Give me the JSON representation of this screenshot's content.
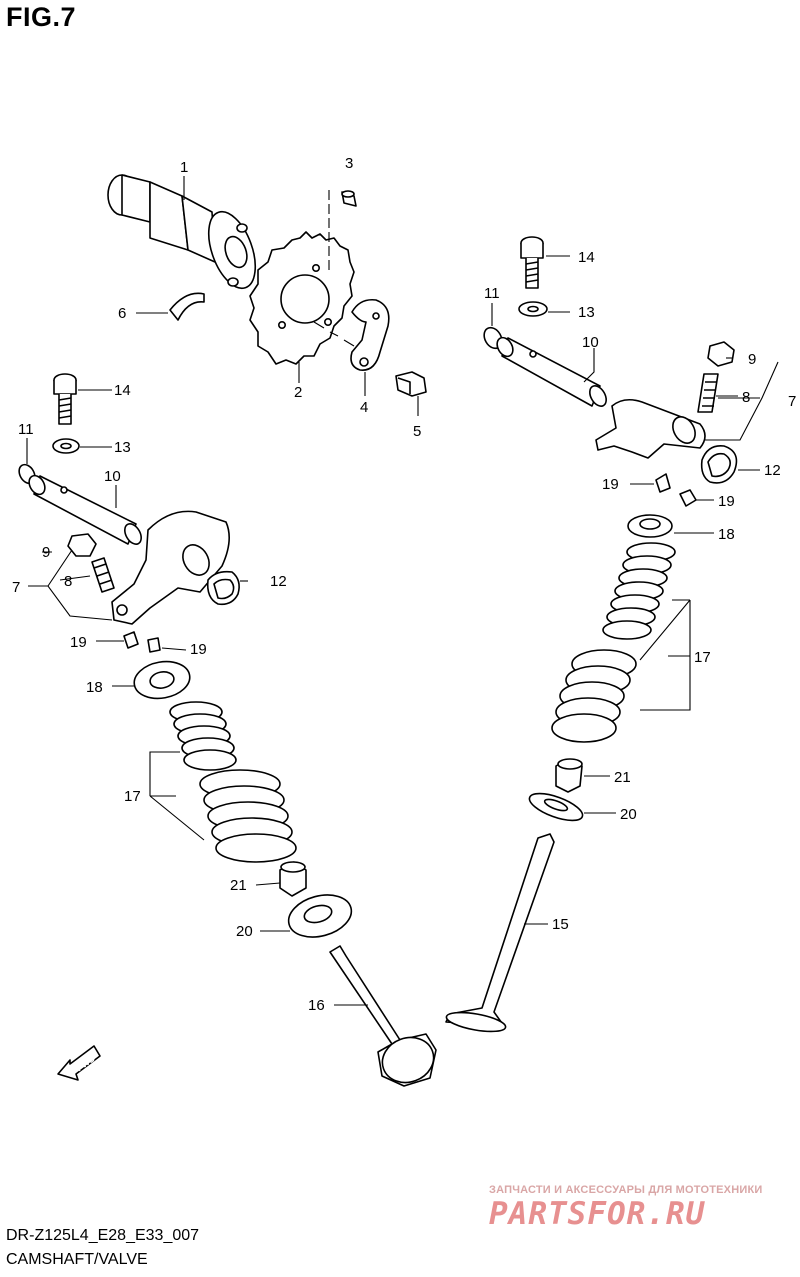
{
  "figure": {
    "title": "FIG.7"
  },
  "footer": {
    "model_code": "DR-Z125L4_E28_E33_007",
    "section_name": "CAMSHAFT/VALVE"
  },
  "direction_marker": {
    "text": "FWD",
    "icon": "arrow-left-icon"
  },
  "watermark": {
    "tagline": "ЗАПЧАСТИ И АКСЕССУАРЫ ДЛЯ МОТОТЕХНИКИ",
    "logo_text": "PARTSFOR.RU",
    "color": "#e79090"
  },
  "callouts": [
    {
      "id": "c1",
      "number": "1"
    },
    {
      "id": "c2",
      "number": "2"
    },
    {
      "id": "c3",
      "number": "3"
    },
    {
      "id": "c4",
      "number": "4"
    },
    {
      "id": "c5",
      "number": "5"
    },
    {
      "id": "c6",
      "number": "6"
    },
    {
      "id": "c7a",
      "number": "7"
    },
    {
      "id": "c7b",
      "number": "7"
    },
    {
      "id": "c8a",
      "number": "8"
    },
    {
      "id": "c8b",
      "number": "8"
    },
    {
      "id": "c9a",
      "number": "9"
    },
    {
      "id": "c9b",
      "number": "9"
    },
    {
      "id": "c10a",
      "number": "10"
    },
    {
      "id": "c10b",
      "number": "10"
    },
    {
      "id": "c11a",
      "number": "11"
    },
    {
      "id": "c11b",
      "number": "11"
    },
    {
      "id": "c12a",
      "number": "12"
    },
    {
      "id": "c12b",
      "number": "12"
    },
    {
      "id": "c13a",
      "number": "13"
    },
    {
      "id": "c13b",
      "number": "13"
    },
    {
      "id": "c14a",
      "number": "14"
    },
    {
      "id": "c14b",
      "number": "14"
    },
    {
      "id": "c15",
      "number": "15"
    },
    {
      "id": "c16",
      "number": "16"
    },
    {
      "id": "c17a",
      "number": "17"
    },
    {
      "id": "c17b",
      "number": "17"
    },
    {
      "id": "c18a",
      "number": "18"
    },
    {
      "id": "c18b",
      "number": "18"
    },
    {
      "id": "c19a",
      "number": "19"
    },
    {
      "id": "c19b",
      "number": "19"
    },
    {
      "id": "c19c",
      "number": "19"
    },
    {
      "id": "c19d",
      "number": "19"
    },
    {
      "id": "c20a",
      "number": "20"
    },
    {
      "id": "c20b",
      "number": "20"
    },
    {
      "id": "c21a",
      "number": "21"
    },
    {
      "id": "c21b",
      "number": "21"
    }
  ]
}
